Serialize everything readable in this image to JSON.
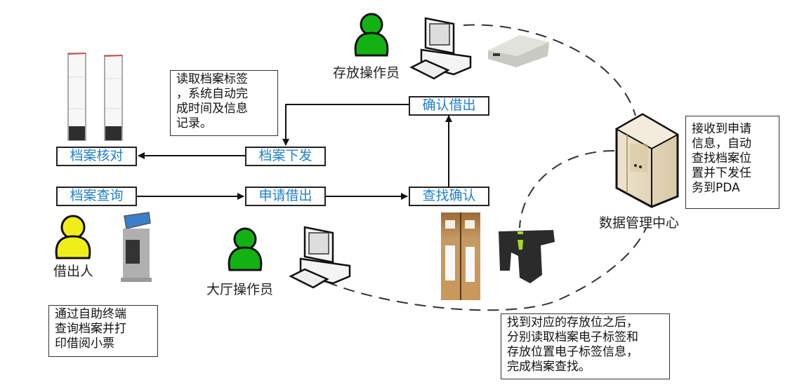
{
  "colors": {
    "step_text": "#1f7fd0",
    "storage_operator": "#13b213",
    "hall_operator": "#13b213",
    "borrower": "#f0ee1a",
    "line": "#222222"
  },
  "steps": {
    "archive_check": "档案核对",
    "archive_issue": "档案下发",
    "confirm_borrow": "确认借出",
    "archive_query": "档案查询",
    "apply_borrow": "申请借出",
    "find_confirm": "查找确认"
  },
  "actors": {
    "storage_operator": "存放操作员",
    "hall_operator": "大厅操作员",
    "borrower": "借出人",
    "data_center": "数据管理中心"
  },
  "notes": {
    "read_tag": [
      "读取档案标签",
      "，系统自动完",
      "成时间及信息",
      "记录。"
    ],
    "data_center": [
      "接收到申请",
      "信息，自动",
      "查找档案位",
      "置并下发任",
      "务到PDA"
    ],
    "self_service": [
      "通过自助终端",
      "查询档案并打",
      "印借阅小票"
    ],
    "find_location": [
      "找到对应的存放位之后，",
      "分别读取档案电子标签和",
      "存放位置电子标签信息，",
      "完成档案查找。"
    ]
  },
  "icons": {
    "gate": "rfid-security-gate-icon",
    "kiosk": "self-service-kiosk-icon",
    "computer": "desktop-computer-icon",
    "reader": "rfid-reader-icon",
    "server": "server-icon",
    "archive_boxes": "archive-boxes-icon",
    "pda": "handheld-pda-scanner-icon",
    "person": "person-icon"
  }
}
